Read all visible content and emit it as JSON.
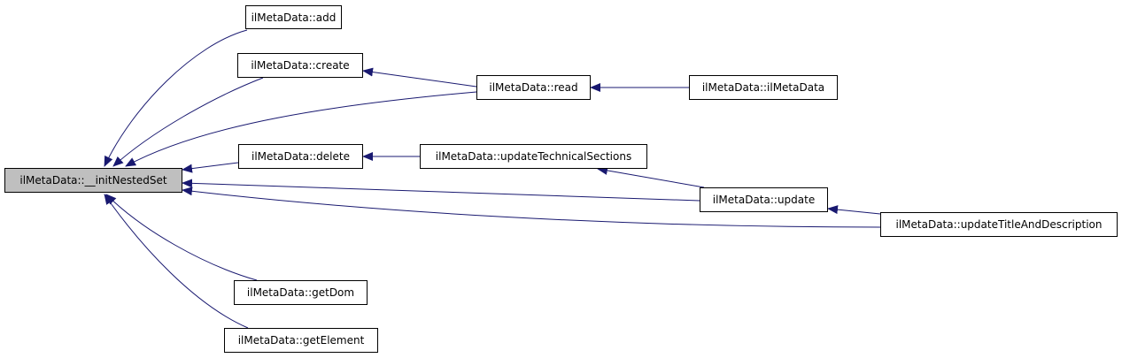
{
  "colors": {
    "edge": "#191970",
    "focus_fill": "#bfbfbf",
    "node_border": "#000000",
    "node_fill": "#ffffff"
  },
  "nodes": {
    "initNestedSet": "ilMetaData::__initNestedSet",
    "add": "ilMetaData::add",
    "create": "ilMetaData::create",
    "read": "ilMetaData::read",
    "ilMetaData": "ilMetaData::ilMetaData",
    "delete": "ilMetaData::delete",
    "updateTechnicalSections": "ilMetaData::updateTechnicalSections",
    "update": "ilMetaData::update",
    "updateTitleAndDescription": "ilMetaData::updateTitleAndDescription",
    "getDom": "ilMetaData::getDom",
    "getElement": "ilMetaData::getElement"
  },
  "edges": [
    {
      "from": "add",
      "to": "initNestedSet"
    },
    {
      "from": "create",
      "to": "initNestedSet"
    },
    {
      "from": "read",
      "to": "initNestedSet"
    },
    {
      "from": "delete",
      "to": "initNestedSet"
    },
    {
      "from": "update",
      "to": "initNestedSet"
    },
    {
      "from": "updateTitleAndDescription",
      "to": "initNestedSet"
    },
    {
      "from": "getDom",
      "to": "initNestedSet"
    },
    {
      "from": "getElement",
      "to": "initNestedSet"
    },
    {
      "from": "read",
      "to": "create"
    },
    {
      "from": "ilMetaData",
      "to": "read"
    },
    {
      "from": "updateTechnicalSections",
      "to": "delete"
    },
    {
      "from": "update",
      "to": "updateTechnicalSections"
    },
    {
      "from": "updateTitleAndDescription",
      "to": "update"
    }
  ]
}
